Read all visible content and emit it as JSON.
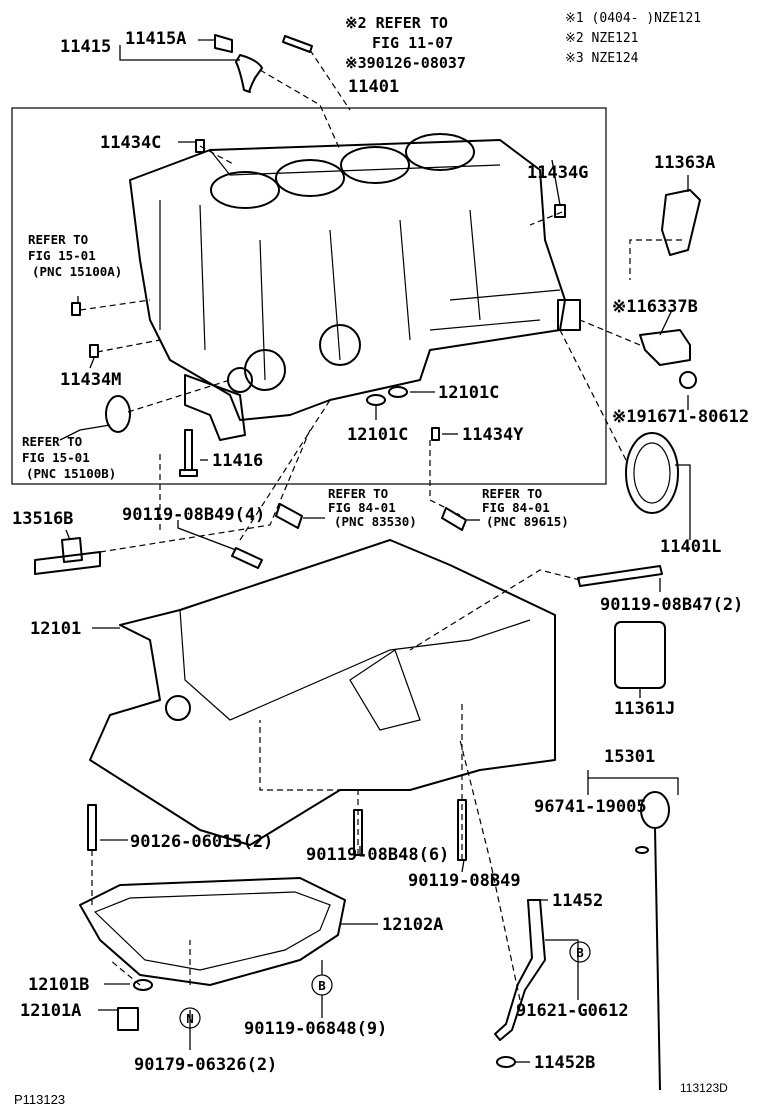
{
  "notes": {
    "n1": "※1 (0404-    )NZE121",
    "n2": "※2 NZE121",
    "n3": "※3 NZE124"
  },
  "refs": {
    "ref_top_1": "※2 REFER TO",
    "ref_top_2": "FIG 11-07",
    "ref_top_3": "※390126-08037",
    "ref_left1_1": "REFER TO",
    "ref_left1_2": "FIG 15-01",
    "ref_left1_3": "(PNC 15100A)",
    "ref_left2_1": "REFER TO",
    "ref_left2_2": "FIG 15-01",
    "ref_left2_3": "(PNC 15100B)",
    "ref_mid1_1": "REFER TO",
    "ref_mid1_2": "FIG 84-01",
    "ref_mid1_3": "(PNC 83530)",
    "ref_mid2_1": "REFER TO",
    "ref_mid2_2": "FIG 84-01",
    "ref_mid2_3": "(PNC 89615)"
  },
  "parts": {
    "p11415": "11415",
    "p11415A": "11415A",
    "p11401": "11401",
    "p11434C": "11434C",
    "p11434G": "11434G",
    "p11363A": "11363A",
    "p16337B": "※116337B",
    "p11434M": "11434M",
    "p12101C_a": "12101C",
    "p12101C_b": "12101C",
    "p11434Y": "11434Y",
    "p91671": "※191671-80612",
    "p11416": "11416",
    "p11401L": "11401L",
    "p13516B": "13516B",
    "p90119_08B49_4": "90119-08B49(4)",
    "p90119_08B47": "90119-08B47(2)",
    "p12101": "12101",
    "p11361J": "11361J",
    "p15301": "15301",
    "p96741": "96741-19005",
    "p90126": "90126-06015(2)",
    "p90119_08B48": "90119-08B48(6)",
    "p90119_08B49": "90119-08B49",
    "p12102A": "12102A",
    "p11452": "11452",
    "p12101B": "12101B",
    "p12101A": "12101A",
    "p90119_06848": "90119-06848(9)",
    "p91621": "91621-G0612",
    "p90179": "90179-06326(2)",
    "p11452B": "11452B"
  },
  "markers": {
    "b1": "B",
    "b2": "B",
    "n1": "N"
  },
  "footer": {
    "left": "P113123",
    "right": "113123D"
  }
}
